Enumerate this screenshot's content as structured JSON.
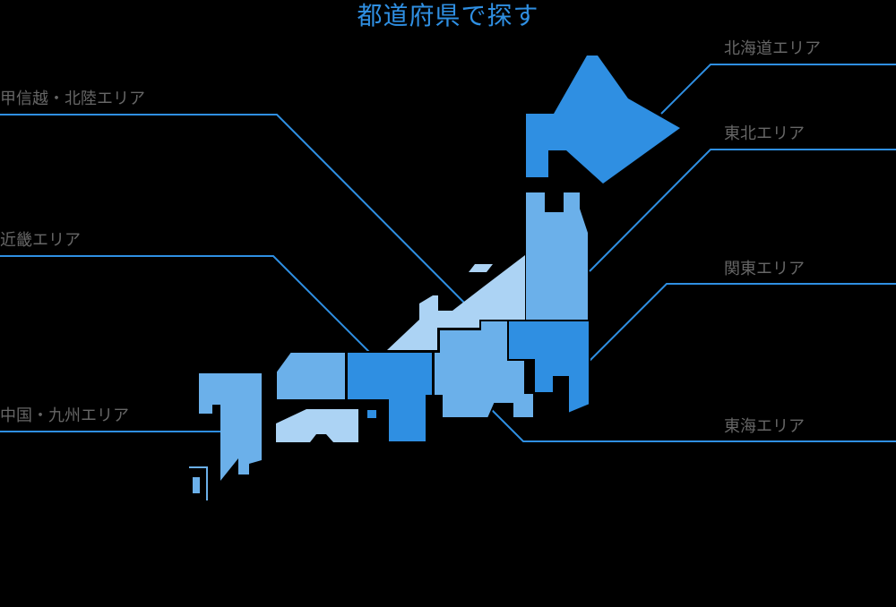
{
  "title": "都道府県で探す",
  "colors": {
    "background": "#000000",
    "title": "#2f8fe2",
    "leader_line": "#2f8fe2",
    "label_text": "#666666",
    "region_dark": "#2f8fe2",
    "region_mid": "#6bb0ea",
    "region_light": "#acd3f4"
  },
  "areas": {
    "hokkaido": {
      "label": "北海道エリア",
      "shade": "dark"
    },
    "tohoku": {
      "label": "東北エリア",
      "shade": "mid"
    },
    "kanto": {
      "label": "関東エリア",
      "shade": "dark"
    },
    "koshinetsu_hokuriku": {
      "label": "甲信越・北陸エリア",
      "shade": "light"
    },
    "tokai": {
      "label": "東海エリア",
      "shade": "mid"
    },
    "kinki": {
      "label": "近畿エリア",
      "shade": "dark"
    },
    "chugoku_kyushu": {
      "label": "中国・九州エリア",
      "shade": "mid"
    }
  }
}
